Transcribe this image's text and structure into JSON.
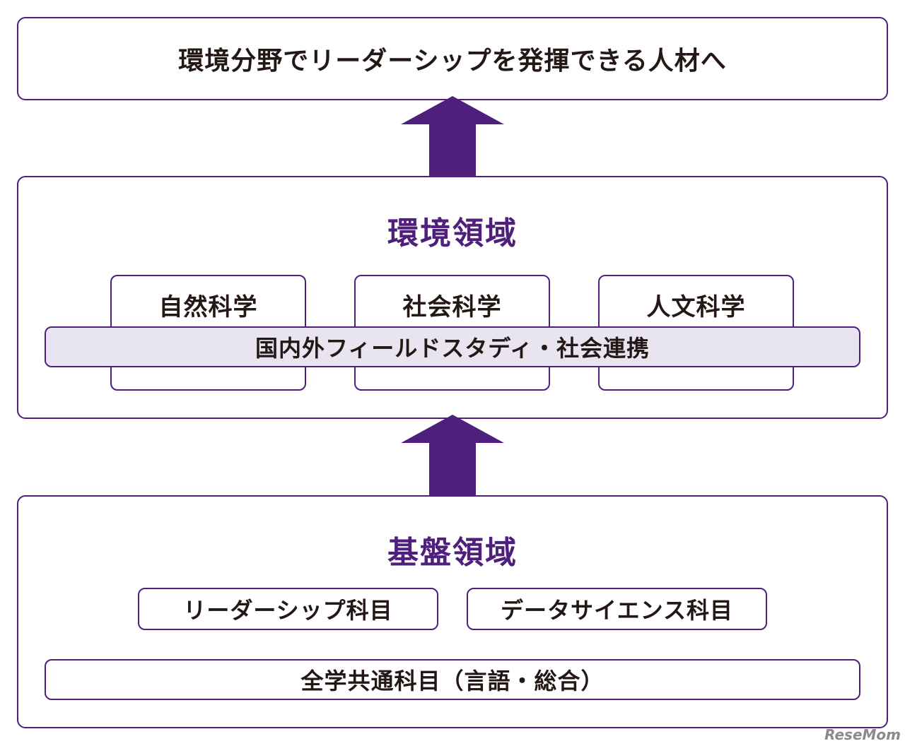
{
  "goal": {
    "label": "環境分野でリーダーシップを発揮できる人材へ"
  },
  "environment": {
    "title": "環境領域",
    "fields": [
      "自然科学",
      "社会科学",
      "人文科学"
    ],
    "fieldwork": "国内外フィールドスタディ・社会連携"
  },
  "foundation": {
    "title": "基盤領域",
    "subjects": [
      "リーダーシップ科目",
      "データサイエンス科目"
    ],
    "common": "全学共通科目（言語・総合）"
  },
  "colors": {
    "accent": "#4f1f7d",
    "fieldwork_fill": "#e8e4f0",
    "text": "#231815"
  },
  "watermark": {
    "text": "ReseMom"
  }
}
